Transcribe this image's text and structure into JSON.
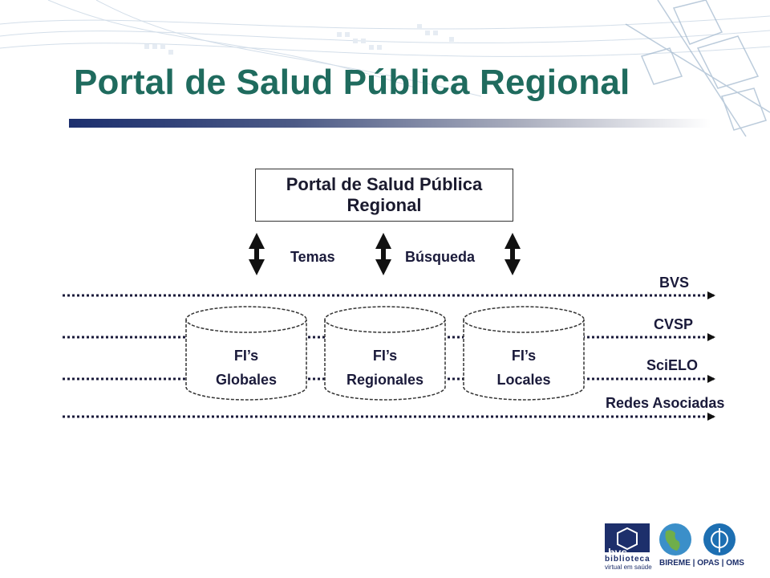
{
  "slide": {
    "title": "Portal de Salud Pública Regional"
  },
  "portal_box": {
    "line1": "Portal de Salud Pública",
    "line2": "Regional"
  },
  "arrow_labels": {
    "temas": "Temas",
    "busqueda": "Búsqueda"
  },
  "networks": [
    "BVS",
    "CVSP",
    "SciELO",
    "Redes Asociadas"
  ],
  "cylinders": [
    {
      "line1": "FI’s",
      "line2": "Globales"
    },
    {
      "line1": "FI’s",
      "line2": "Regionales"
    },
    {
      "line1": "FI’s",
      "line2": "Locales"
    }
  ],
  "logos": {
    "bvs_mark": "bvs",
    "bvs_line1": "biblioteca",
    "bvs_line2": "virtual em saúde",
    "partners": "BIREME | OPAS | OMS"
  },
  "colors": {
    "title": "#1f6b5e",
    "bar_dark": "#1c2f6e",
    "text": "#1a1a3a",
    "logo_blue": "#1d2f6b"
  }
}
